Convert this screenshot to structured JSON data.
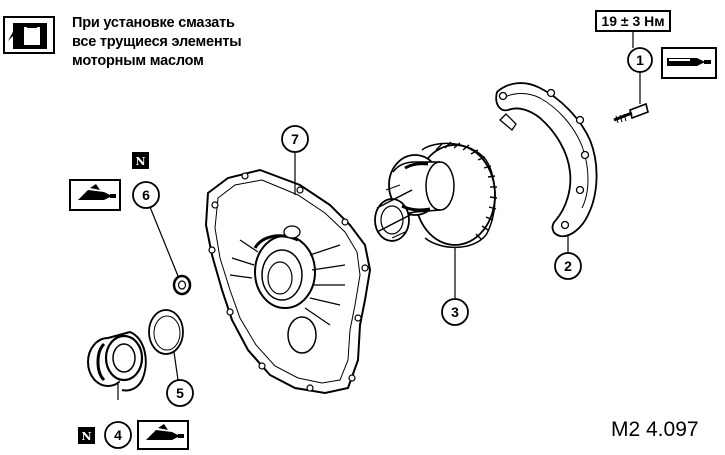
{
  "note": {
    "lines": [
      "При установке смазать",
      "все трущиеся элементы",
      "моторным маслом"
    ],
    "icon": "oil-can-icon"
  },
  "torque": {
    "label": "19 ± 3 Нм"
  },
  "figure_code": "M2 4.097",
  "callouts": {
    "c1": "1",
    "c2": "2",
    "c3": "3",
    "c4": "4",
    "c5": "5",
    "c6": "6",
    "c7": "7"
  },
  "badges": {
    "n_top": "N",
    "n_bottom": "N"
  },
  "icons": {
    "sealant": "sealant-tube-icon",
    "grease_gun": "grease-gun-icon",
    "oil_can": "oil-can-icon"
  }
}
